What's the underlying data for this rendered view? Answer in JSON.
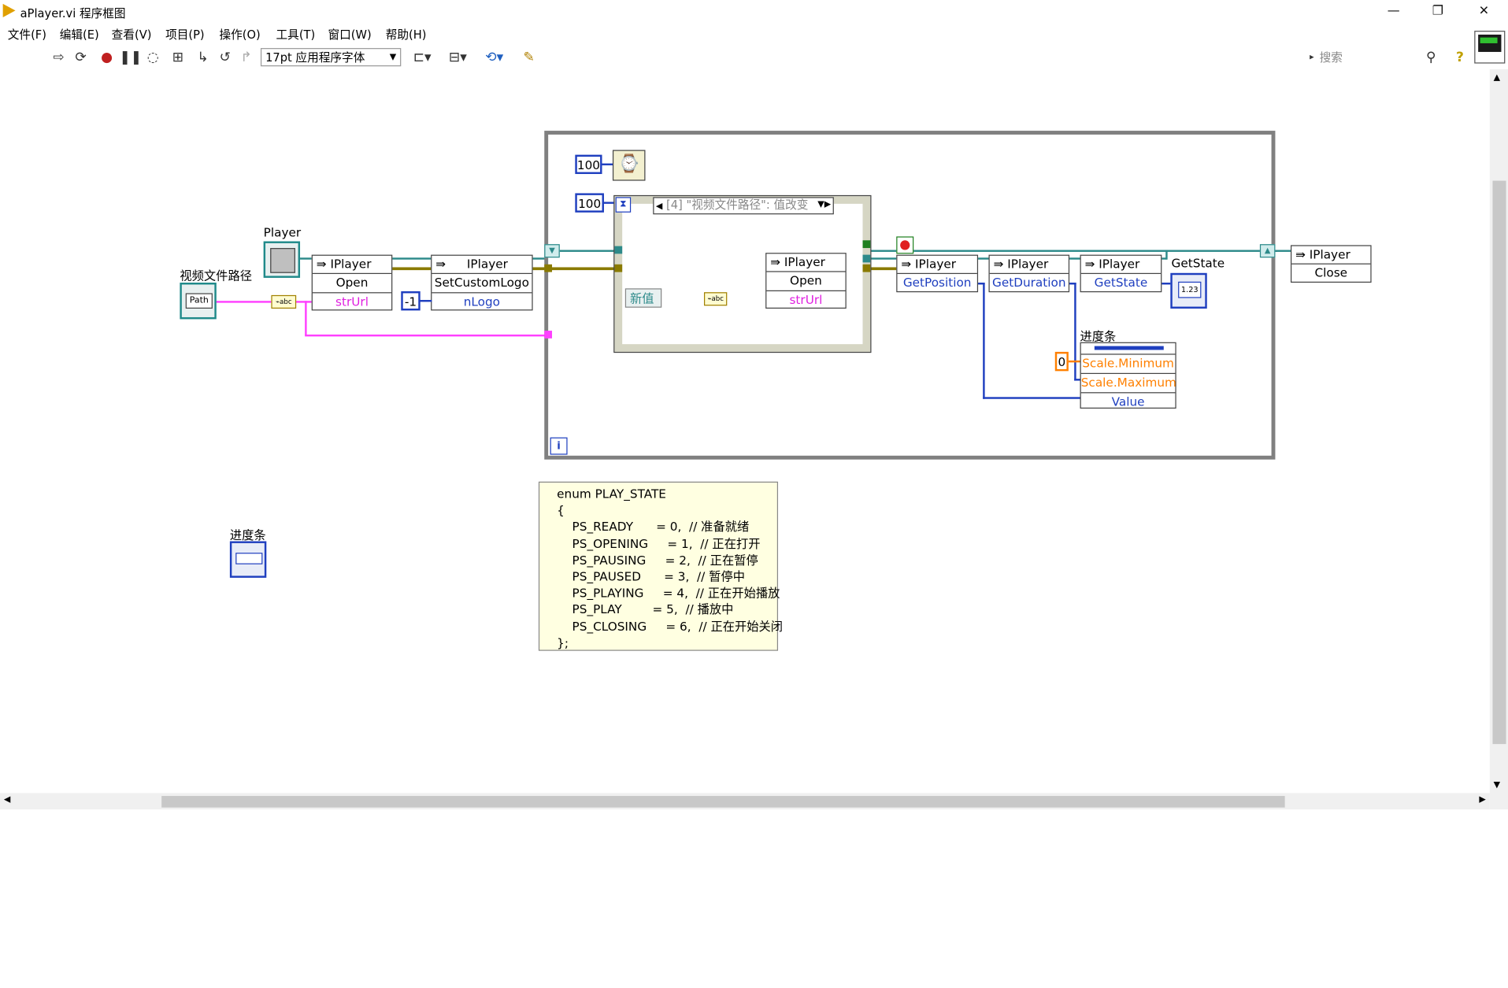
{
  "window": {
    "title": "aPlayer.vi 程序框图",
    "controls": {
      "minimize": "—",
      "restore": "❐",
      "close": "✕"
    }
  },
  "menu": [
    "文件(F)",
    "编辑(E)",
    "查看(V)",
    "项目(P)",
    "操作(O)",
    "工具(T)",
    "窗口(W)",
    "帮助(H)"
  ],
  "toolbar": {
    "font": "17pt 应用程序字体",
    "search_placeholder": "搜索",
    "help_icon": "?"
  },
  "labels": {
    "player": "Player",
    "path_control": "视频文件路径",
    "progress_label": "进度条",
    "progress_label_2": "进度条",
    "getstate_label": "GetState",
    "path_glyph": "Path",
    "newval": "新值",
    "num_indicator": "1.23"
  },
  "constants": {
    "wait_ms": "100",
    "timeout": "100",
    "logo": "-1",
    "min": "0"
  },
  "nodes": {
    "open1": {
      "title": "IPlayer",
      "method": "Open",
      "param": "strUrl"
    },
    "setlogo": {
      "title": "IPlayer",
      "method": "SetCustomLogo",
      "param": "nLogo"
    },
    "open2": {
      "title": "IPlayer",
      "method": "Open",
      "param": "strUrl"
    },
    "getpos": {
      "title": "IPlayer",
      "method": "GetPosition"
    },
    "getdur": {
      "title": "IPlayer",
      "method": "GetDuration"
    },
    "getstate": {
      "title": "IPlayer",
      "method": "GetState"
    },
    "close": {
      "title": "IPlayer",
      "method": "Close"
    },
    "progress_prop": {
      "title": "",
      "props": [
        "Scale.Minimum",
        "Scale.Maximum",
        "Value"
      ]
    }
  },
  "event_case": "[4] \"视频文件路径\": 值改变",
  "loop_iter": "i",
  "comment": [
    "enum PLAY_STATE",
    "{",
    "    PS_READY      = 0,  // 准备就绪",
    "    PS_OPENING     = 1,  // 正在打开",
    "    PS_PAUSING     = 2,  // 正在暂停",
    "    PS_PAUSED      = 3,  // 暂停中",
    "    PS_PLAYING     = 4,  // 正在开始播放",
    "    PS_PLAY        = 5,  // 播放中",
    "    PS_CLOSING     = 6,  // 正在开始关闭",
    "};"
  ],
  "colors": {
    "pink_wire": "#ff40ff",
    "teal_wire": "#2d8a8a",
    "blue_wire": "#1f3fbf",
    "orange_wire": "#ff8000",
    "comment_bg": "#ffffe1"
  }
}
